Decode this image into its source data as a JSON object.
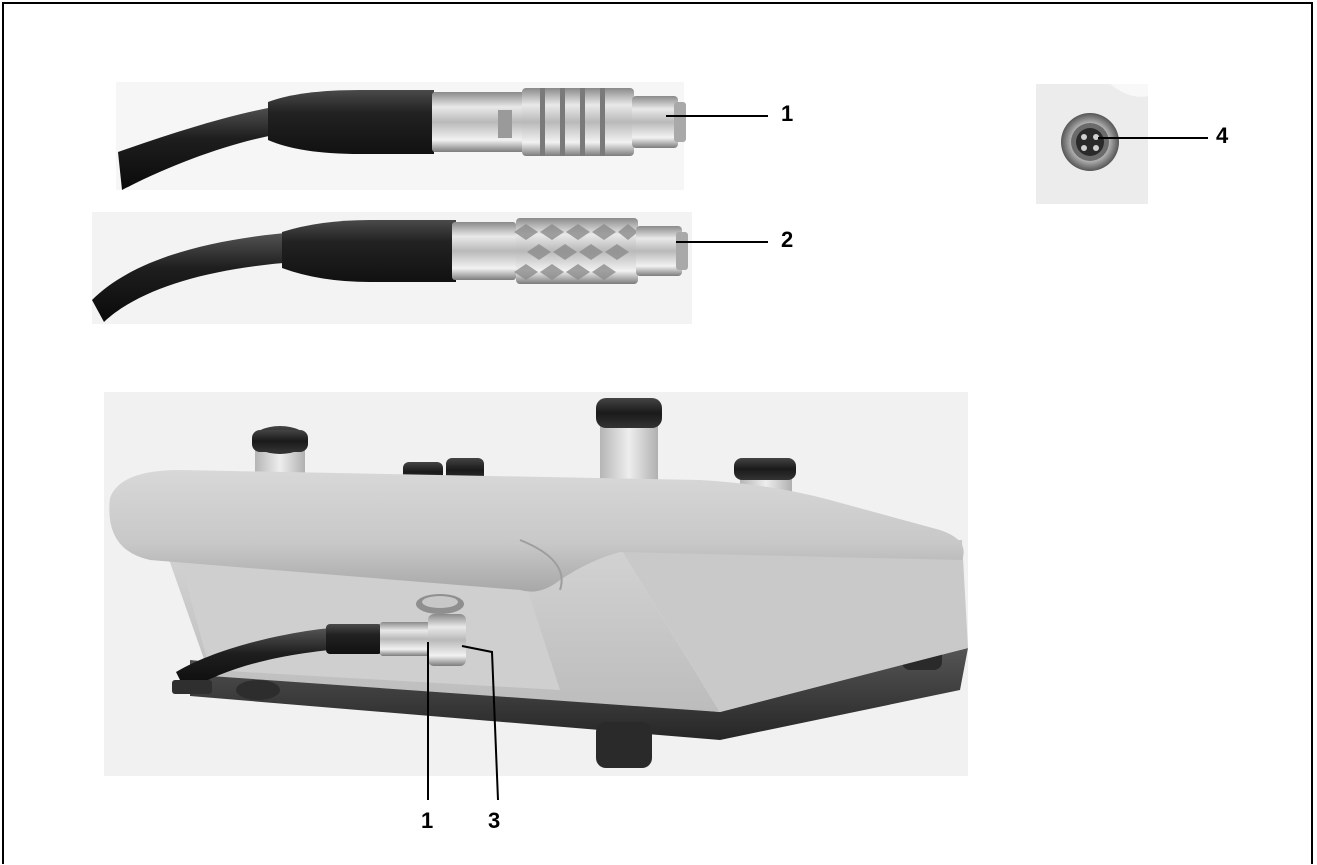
{
  "callouts": {
    "plug_smooth": "1",
    "plug_knurled": "2",
    "socket_panel": "4",
    "pedal_plug": "1",
    "pedal_socket": "3"
  }
}
